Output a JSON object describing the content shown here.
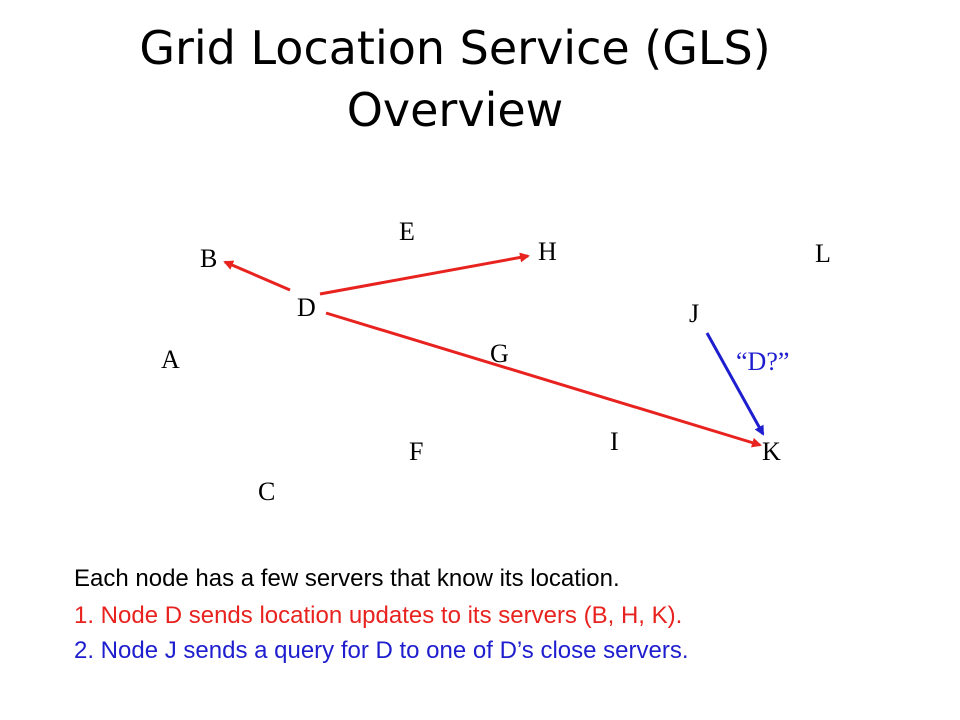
{
  "title": {
    "line1": "Grid Location Service (GLS)",
    "line2": "Overview"
  },
  "nodes": {
    "A": "A",
    "B": "B",
    "C": "C",
    "D": "D",
    "E": "E",
    "F": "F",
    "G": "G",
    "H": "H",
    "I": "I",
    "J": "J",
    "K": "K",
    "L": "L"
  },
  "query_label": "“D?”",
  "captions": {
    "intro": "Each node has a few servers that know its location.",
    "step1": "1. Node D sends location updates to its servers (B, H, K).",
    "step2": "2. Node J sends a query for D to one of D’s close servers."
  },
  "colors": {
    "text": "#000000",
    "update_arrows": "#e8231f",
    "query_arrow": "#1e1ecf"
  }
}
